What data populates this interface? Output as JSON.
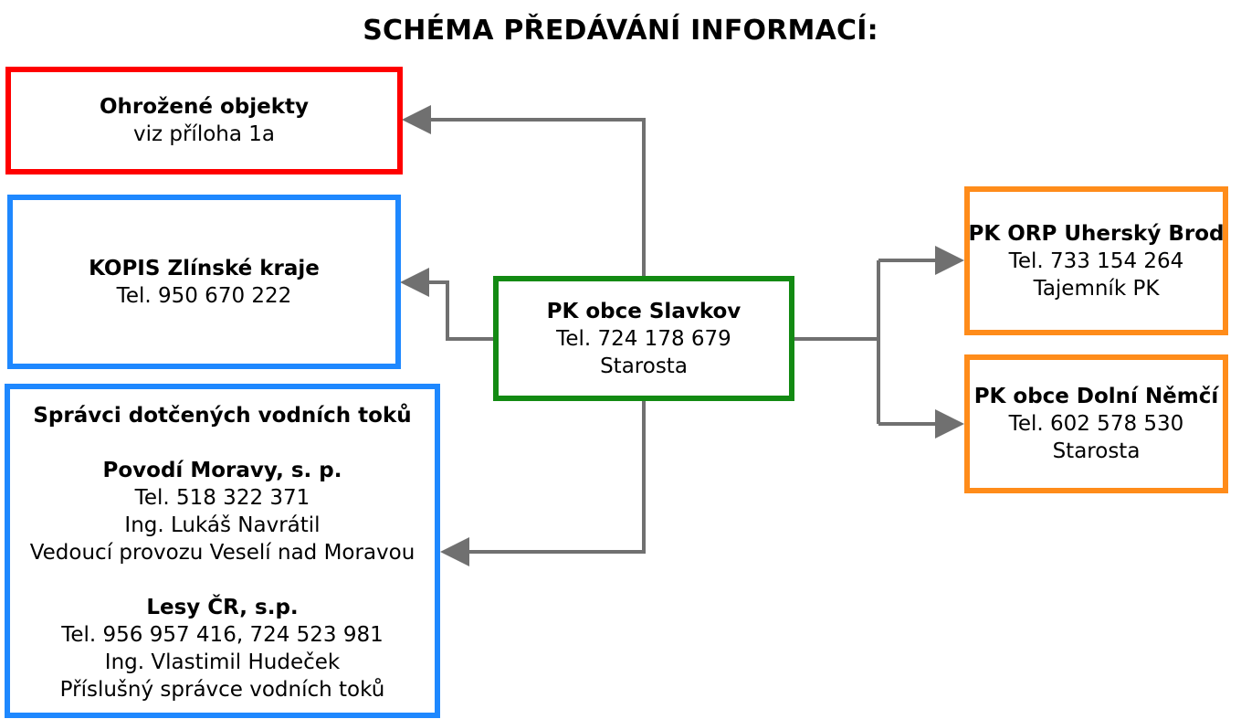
{
  "title": "SCHÉMA PŘEDÁVÁNÍ INFORMACÍ:",
  "colors": {
    "red": "#ff0000",
    "blue": "#1e88ff",
    "green": "#138a13",
    "orange": "#ff8c1a",
    "connector": "#707070"
  },
  "ohrozene": {
    "heading": "Ohrožené objekty",
    "line1": "viz příloha 1a"
  },
  "kopis": {
    "heading": "KOPIS Zlínské kraje",
    "line1": "Tel. 950 670 222"
  },
  "spravci": {
    "heading": "Správci dotčených vodních toků",
    "org1": {
      "name": "Povodí Moravy, s. p.",
      "phone": "Tel. 518 322 371",
      "person": "Ing. Lukáš Navrátil",
      "role": "Vedoucí provozu Veselí nad Moravou"
    },
    "org2": {
      "name": "Lesy ČR, s.p.",
      "phone": "Tel. 956 957 416, 724 523 981",
      "person": "Ing. Vlastimil Hudeček",
      "role": "Příslušný správce vodních toků"
    }
  },
  "center": {
    "heading": "PK obce Slavkov",
    "phone": "Tel. 724 178 679",
    "role": "Starosta"
  },
  "orp": {
    "heading": "PK ORP Uherský Brod",
    "phone": "Tel. 733 154 264",
    "role": "Tajemník PK"
  },
  "dolni": {
    "heading": "PK obce Dolní Němčí",
    "phone": "Tel. 602 578 530",
    "role": "Starosta"
  }
}
